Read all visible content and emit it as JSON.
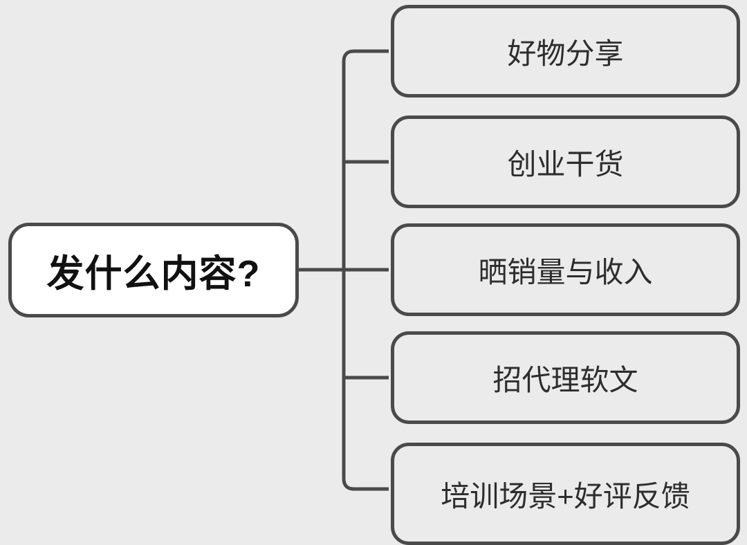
{
  "diagram": {
    "type": "mind-map",
    "background_color": "#ebebeb",
    "line_color": "#4a4a4a",
    "root": {
      "label": "发什么内容?",
      "fill_color": "#ffffff",
      "text_color": "#111111"
    },
    "children": [
      {
        "label": "好物分享",
        "fill_color": "#ebebeb",
        "text_color": "#2d2d2d"
      },
      {
        "label": "创业干货",
        "fill_color": "#ebebeb",
        "text_color": "#2d2d2d"
      },
      {
        "label": "晒销量与收入",
        "fill_color": "#ebebeb",
        "text_color": "#2d2d2d"
      },
      {
        "label": "招代理软文",
        "fill_color": "#ebebeb",
        "text_color": "#2d2d2d"
      },
      {
        "label": "培训场景+好评反馈",
        "fill_color": "#ebebeb",
        "text_color": "#2d2d2d"
      }
    ]
  }
}
